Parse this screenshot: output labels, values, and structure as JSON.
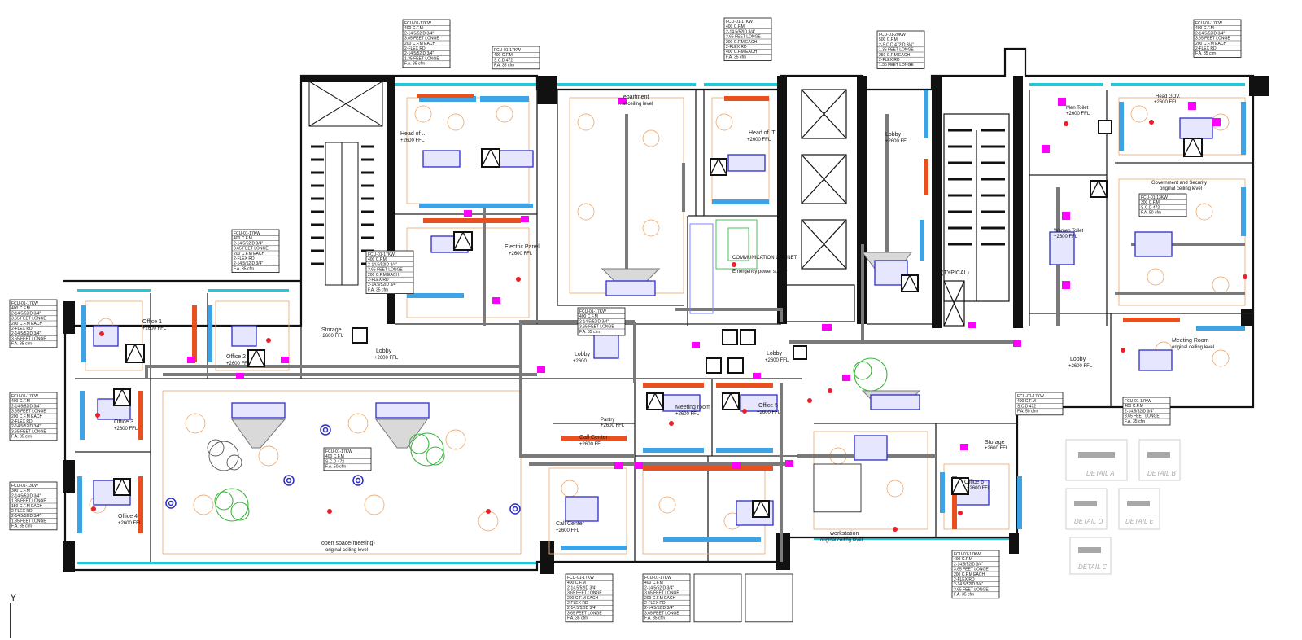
{
  "rooms": [
    {
      "id": "office1",
      "label": "Office 1",
      "sub": "+2600 FFL"
    },
    {
      "id": "storage",
      "label": "Storage",
      "sub": "+2600 FFL"
    },
    {
      "id": "office2",
      "label": "Office 2",
      "sub": "+2600 FFL"
    },
    {
      "id": "office3",
      "label": "Office 3",
      "sub": "+2600 FFL"
    },
    {
      "id": "office4",
      "label": "Office 4",
      "sub": "+2600 FFL"
    },
    {
      "id": "lobby1",
      "label": "Lobby",
      "sub": "+2600 FFL"
    },
    {
      "id": "headofx",
      "label": "Head of ...",
      "sub": "+2600 FFL"
    },
    {
      "id": "department",
      "label": "...epartment",
      "sub": "...al ceiling level"
    },
    {
      "id": "electric",
      "label": "Electric Panel",
      "sub": "+2600 FFL"
    },
    {
      "id": "headit",
      "label": "Head of IT",
      "sub": "+2600 FFL"
    },
    {
      "id": "lobby2",
      "label": "Lobby",
      "sub": "+2600 FFL"
    },
    {
      "id": "commroom",
      "label": "COMMUNICATION CABINET",
      "sub": "Emergency power supply"
    },
    {
      "id": "lobby3",
      "label": "Lobby",
      "sub": "+2600"
    },
    {
      "id": "lobby4",
      "label": "Lobby",
      "sub": "+2600 FFL"
    },
    {
      "id": "typical",
      "label": "(TYPICAL)",
      "sub": ""
    },
    {
      "id": "menwc",
      "label": "Men Toilet",
      "sub": "+2600 FFL"
    },
    {
      "id": "headgov",
      "label": "Head GOV.",
      "sub": "+2600 FFL"
    },
    {
      "id": "govsec",
      "label": "Government and Security",
      "sub": "original ceiling level"
    },
    {
      "id": "womenwc",
      "label": "Women Toilet",
      "sub": "+2600 FFL"
    },
    {
      "id": "meeting",
      "label": "Meeting Room",
      "sub": "original ceiling level"
    },
    {
      "id": "lobby5",
      "label": "Lobby",
      "sub": "+2600 FFL"
    },
    {
      "id": "openspace",
      "label": "open space(meeting)",
      "sub": "original ceiling level"
    },
    {
      "id": "meeting2",
      "label": "Meeting room",
      "sub": "+2600 FFL"
    },
    {
      "id": "office5",
      "label": "Office 5",
      "sub": "+2600 FFL"
    },
    {
      "id": "callcenter",
      "label": "Call Center",
      "sub": "+2600 FFL"
    },
    {
      "id": "callcenter2",
      "label": "Call Center",
      "sub": "+2600 FFL"
    },
    {
      "id": "office6",
      "label": "Office 6",
      "sub": "+2600 FFL"
    },
    {
      "id": "storage2",
      "label": "Storage",
      "sub": "+2600 FFL"
    },
    {
      "id": "workstation",
      "label": "workstation",
      "sub": "original ceiling level"
    },
    {
      "id": "pantry",
      "label": "Pantry",
      "sub": "+2600 FFL"
    }
  ],
  "schedules": [
    {
      "id": "s1",
      "lines": [
        "FCU-01-17KW",
        "400 C.F.M",
        "2-14.5/52ID 3/4\"",
        "3.65 FEET LONGE",
        "200 C.F.M EACH",
        "2-FLEX RD",
        "2-14.5/52ID 3/4\"",
        "1.35 FEET LONGE",
        "F.A. 35 cfm"
      ]
    },
    {
      "id": "s2",
      "lines": [
        "FCU-01-17KW",
        "400 C.F.M",
        "S.C.D 472",
        "F.A. 35 cfm"
      ]
    },
    {
      "id": "s3",
      "lines": [
        "FCU-01-17KW",
        "400 C.F.M",
        "2-14.5/52ID 3/4\"",
        "3.65 FEET LONGE",
        "200 C.F.M EACH",
        "2-FLEX RD",
        "400 C.F.M EACH",
        "F.A. 35 cfm"
      ]
    },
    {
      "id": "s4",
      "lines": [
        "FCU-01-20KW",
        "500 C.F.M",
        "2-S.C.D 472ID 3/4\"",
        "1.35 FEET LONGE",
        "250 C.F.M EACH",
        "2-FLEX RD",
        "1.35 FEET LONGE"
      ]
    },
    {
      "id": "s5",
      "lines": [
        "FCU-01-17KW",
        "400 C.F.M",
        "2-14.5/52ID 3/4\"",
        "3.65 FEET LONGE",
        "200 C.F.M EACH",
        "2-FLEX RD",
        "F.A. 35 cfm"
      ]
    },
    {
      "id": "s6",
      "lines": [
        "FCU-01-17KW",
        "400 C.F.M",
        "2-14.5/52ID 3/4\"",
        "3.65 FEET LONGE",
        "200 C.F.M EACH",
        "2-FLEX RD",
        "2-14.5/52ID 3/4\"",
        "F.A. 35 cfm"
      ]
    },
    {
      "id": "s7",
      "lines": [
        "FCU-01-17KW",
        "400 C.F.M",
        "2-14.5/52ID 3/4\"",
        "3.65 FEET LONGE",
        "200 C.F.M EACH",
        "2-FLEX RD",
        "2-14.5/52ID 3/4\"",
        "F.A. 35 cfm"
      ]
    },
    {
      "id": "s8",
      "lines": [
        "FCU-01-17KW",
        "400 C.F.M",
        "2-14.5/52ID 3/4\"",
        "3.65 FEET LONGE",
        "200 C.F.M EACH",
        "2-FLEX RD",
        "2-14.5/52ID 3/4\"",
        "3.65 FEET LONGE",
        "F.A. 35 cfm"
      ]
    },
    {
      "id": "s9",
      "lines": [
        "FCU-01-13KW",
        "300 C.F.M",
        "S.C.D 472",
        "F.A. 50 cfm"
      ]
    },
    {
      "id": "s10",
      "lines": [
        "FCU-01-17KW",
        "400 C.F.M",
        "2-14.5/52ID 3/4\"",
        "3.65 FEET LONGE",
        "F.A. 35 cfm"
      ]
    },
    {
      "id": "s11",
      "lines": [
        "FCU-01-17KW",
        "400 C.F.M",
        "S.C.D 472",
        "F.A. 50 cfm"
      ]
    },
    {
      "id": "s12",
      "lines": [
        "FCU-01-17KW",
        "400 C.F.M",
        "2-14.5/52ID 3/4\"",
        "3.65 FEET LONGE",
        "200 C.F.M EACH",
        "2-FLEX RD",
        "2-14.5/52ID 3/4\"",
        "3.65 FEET LONGE",
        "F.A. 35 cfm"
      ]
    },
    {
      "id": "s13",
      "lines": [
        "FCU-01-13KW",
        "300 C.F.M",
        "2-14.5/52ID 3/4\"",
        "1.35 FEET LONGE",
        "150 C.F.M EACH",
        "2-FLEX RD",
        "2-14.5/52ID 3/4\"",
        "1.35 FEET LONGE",
        "F.A. 35 cfm"
      ]
    },
    {
      "id": "s14",
      "lines": [
        "FCU-01-17KW",
        "400 C.F.M",
        "2-14.5/52ID 3/4\"",
        "3.65 FEET LONGE",
        "200 C.F.M EACH",
        "2-FLEX RD",
        "2-14.5/52ID 3/4\"",
        "3.65 FEET LONGE",
        "F.A. 35 cfm"
      ]
    },
    {
      "id": "s15",
      "lines": [
        "FCU-01-17KW",
        "400 C.F.M",
        "2-14.5/52ID 3/4\"",
        "3.65 FEET LONGE",
        "200 C.F.M EACH",
        "2-FLEX RD",
        "2-14.5/52ID 3/4\"",
        "3.65 FEET LONGE",
        "F.A. 35 cfm"
      ]
    },
    {
      "id": "s16",
      "lines": [
        "FCU-01-17KW",
        "400 C.F.M",
        "S.C.D 472",
        "F.A. 50 cfm"
      ]
    },
    {
      "id": "s17",
      "lines": [
        "FCU-01-17KW",
        "400 C.F.M",
        "2-14.5/52ID 3/4\"",
        "3.65 FEET LONGE",
        "F.A. 35 cfm"
      ]
    },
    {
      "id": "s18",
      "lines": [
        "FCU-01-17KW",
        "400 C.F.M",
        "2-14.5/52ID 3/4\"",
        "3.65 FEET LONGE",
        "200 C.F.M EACH",
        "2-FLEX RD",
        "2-14.5/52ID 3/4\"",
        "3.65 FEET LONGE",
        "F.A. 35 cfm"
      ]
    }
  ],
  "details": [
    {
      "id": "da",
      "label": "DETAIL A"
    },
    {
      "id": "db",
      "label": "DETAIL B"
    },
    {
      "id": "dd",
      "label": "DETAIL D"
    },
    {
      "id": "de",
      "label": "DETAIL E"
    },
    {
      "id": "dc",
      "label": "DETAIL C"
    }
  ],
  "axis_label": "Y",
  "colors": {
    "wall": "#111111",
    "furniture": "#f0b07a",
    "duct": "#7a7a7a",
    "fcu": "#2c2cc8",
    "supply": "#3ba3e6",
    "return": "#e8501e",
    "accent": "#ff00ff",
    "glazing": "#20c8d8",
    "tree": "#3cb43c"
  }
}
